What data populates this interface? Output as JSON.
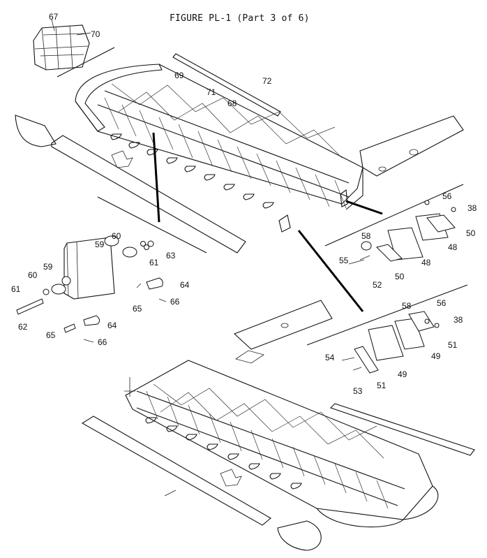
{
  "figure": {
    "title": "FIGURE PL-1 (Part 3 of 6)"
  },
  "callouts": {
    "c67": "67",
    "c70": "70",
    "c69": "69",
    "c72": "72",
    "c71": "71",
    "c68": "68",
    "c56a": "56",
    "c38a": "38",
    "c50a": "50",
    "c48a": "48",
    "c58a": "58",
    "c48b": "48",
    "c55": "55",
    "c50b": "50",
    "c52": "52",
    "c60a": "60",
    "c59a": "59",
    "c63": "63",
    "c61a": "61",
    "c64a": "64",
    "c65a": "65",
    "c66a": "66",
    "c60b": "60",
    "c59b": "59",
    "c61b": "61",
    "c62": "62",
    "c64b": "64",
    "c65b": "65",
    "c66b": "66",
    "c58b": "58",
    "c56b": "56",
    "c38b": "38",
    "c51a": "51",
    "c49a": "49",
    "c54": "54",
    "c53": "53",
    "c51b": "51",
    "c49b": "49"
  }
}
